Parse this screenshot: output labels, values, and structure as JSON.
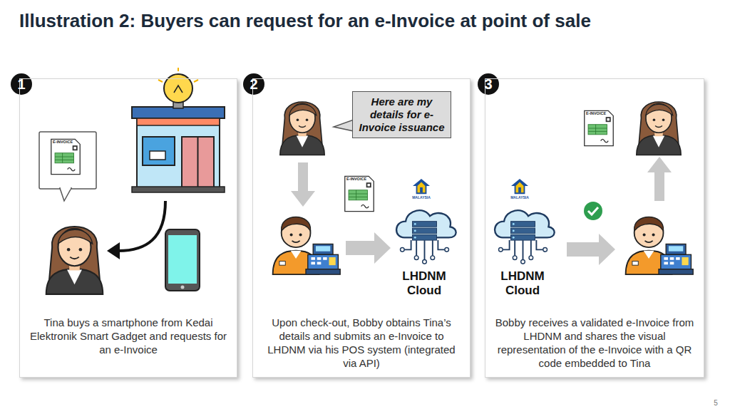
{
  "diagram": {
    "title": "Illustration 2: Buyers can request for an e-Invoice at point of sale",
    "nodes": [
      {
        "text": [
          "Tina buys a smartphone from Kedai Elektronik Smart Gadget and requests for an e-Invoice"
        ]
      },
      {
        "text": [
          "Upon check-out, Bobby obtains Tina’s details and submits an e-Invoice to LHDNM via his POS system (integrated via API)"
        ]
      },
      {
        "text": [
          "Here are my details for e-Invoice issuance"
        ],
        "in": 1
      },
      {
        "text": [
          "Bobby receives a validated e-Invoice from LHDNM and shares the visual representation of the e-Invoice with a QR code embedded to Tina"
        ]
      }
    ],
    "labels": [
      "1",
      "E-INVOICE",
      "2",
      "E-INVOICE",
      "MALAYSIA",
      "LHDNM Cloud",
      "3",
      "MALAYSIA",
      "LHDNM Cloud",
      "E-INVOICE",
      "5"
    ]
  }
}
